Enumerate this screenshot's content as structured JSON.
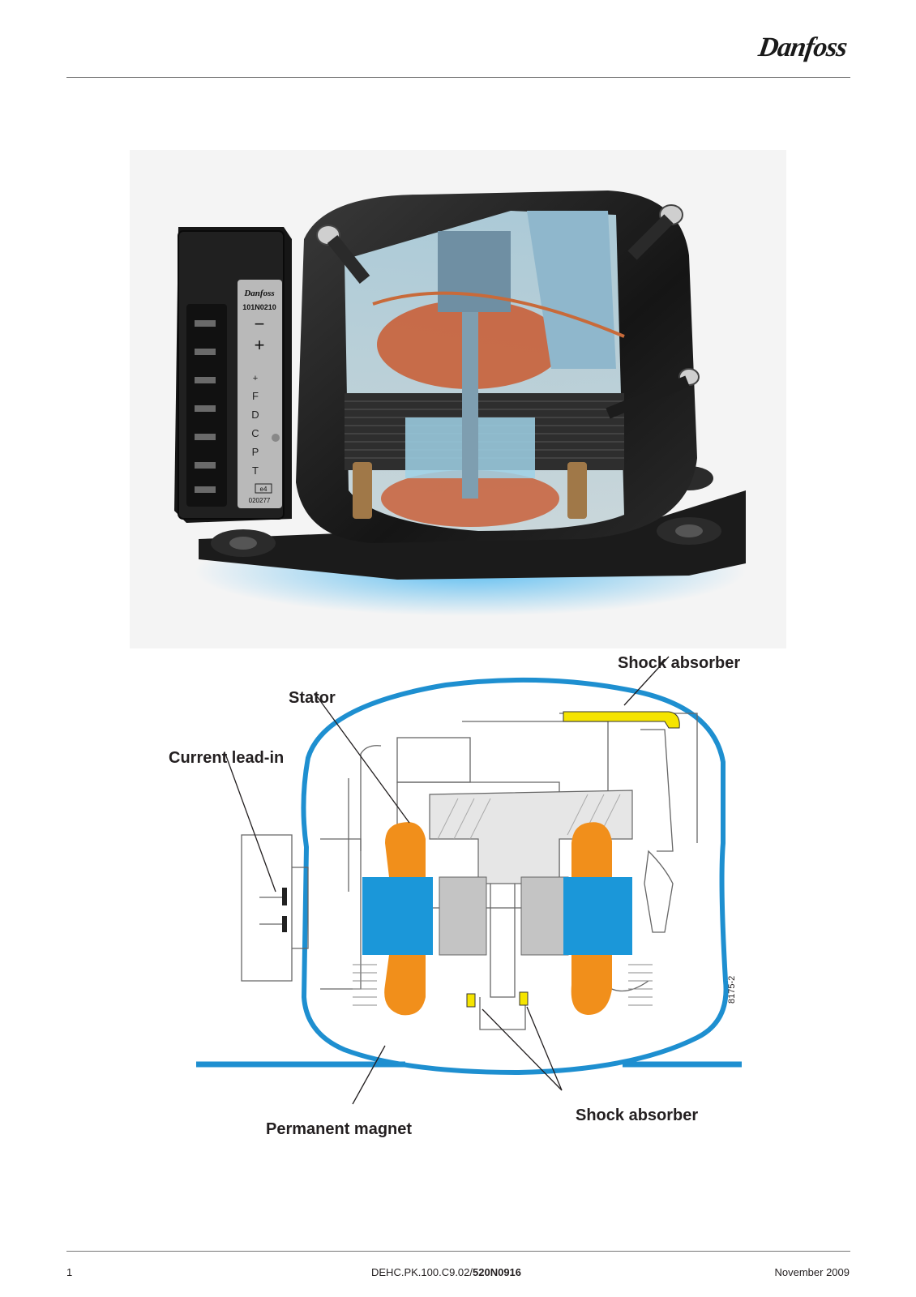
{
  "header": {
    "brand": "Danfoss"
  },
  "photo": {
    "unit_logo": "Danfoss",
    "unit_code": "101N0210",
    "terminals": [
      "−",
      "+",
      "+",
      "F",
      "D",
      "C",
      "P",
      "T"
    ],
    "approval_mark": "e4",
    "approval_code": "020277"
  },
  "diagram": {
    "labels": {
      "shock_absorber_top": "Shock absorber",
      "stator": "Stator",
      "current_lead_in": "Current lead-in",
      "permanent_magnet": "Permanent magnet",
      "shock_absorber_bottom": "Shock absorber"
    },
    "figure_number": "8175-2",
    "colors": {
      "shell": "#1e8fd0",
      "stator_core": "#1b97d9",
      "winding": "#f18f1b",
      "absorber": "#f5e400"
    }
  },
  "footer": {
    "page": "1",
    "doc_prefix": "DEHC.PK.100.C9.02/",
    "doc_code": "520N0916",
    "date": "November 2009"
  }
}
